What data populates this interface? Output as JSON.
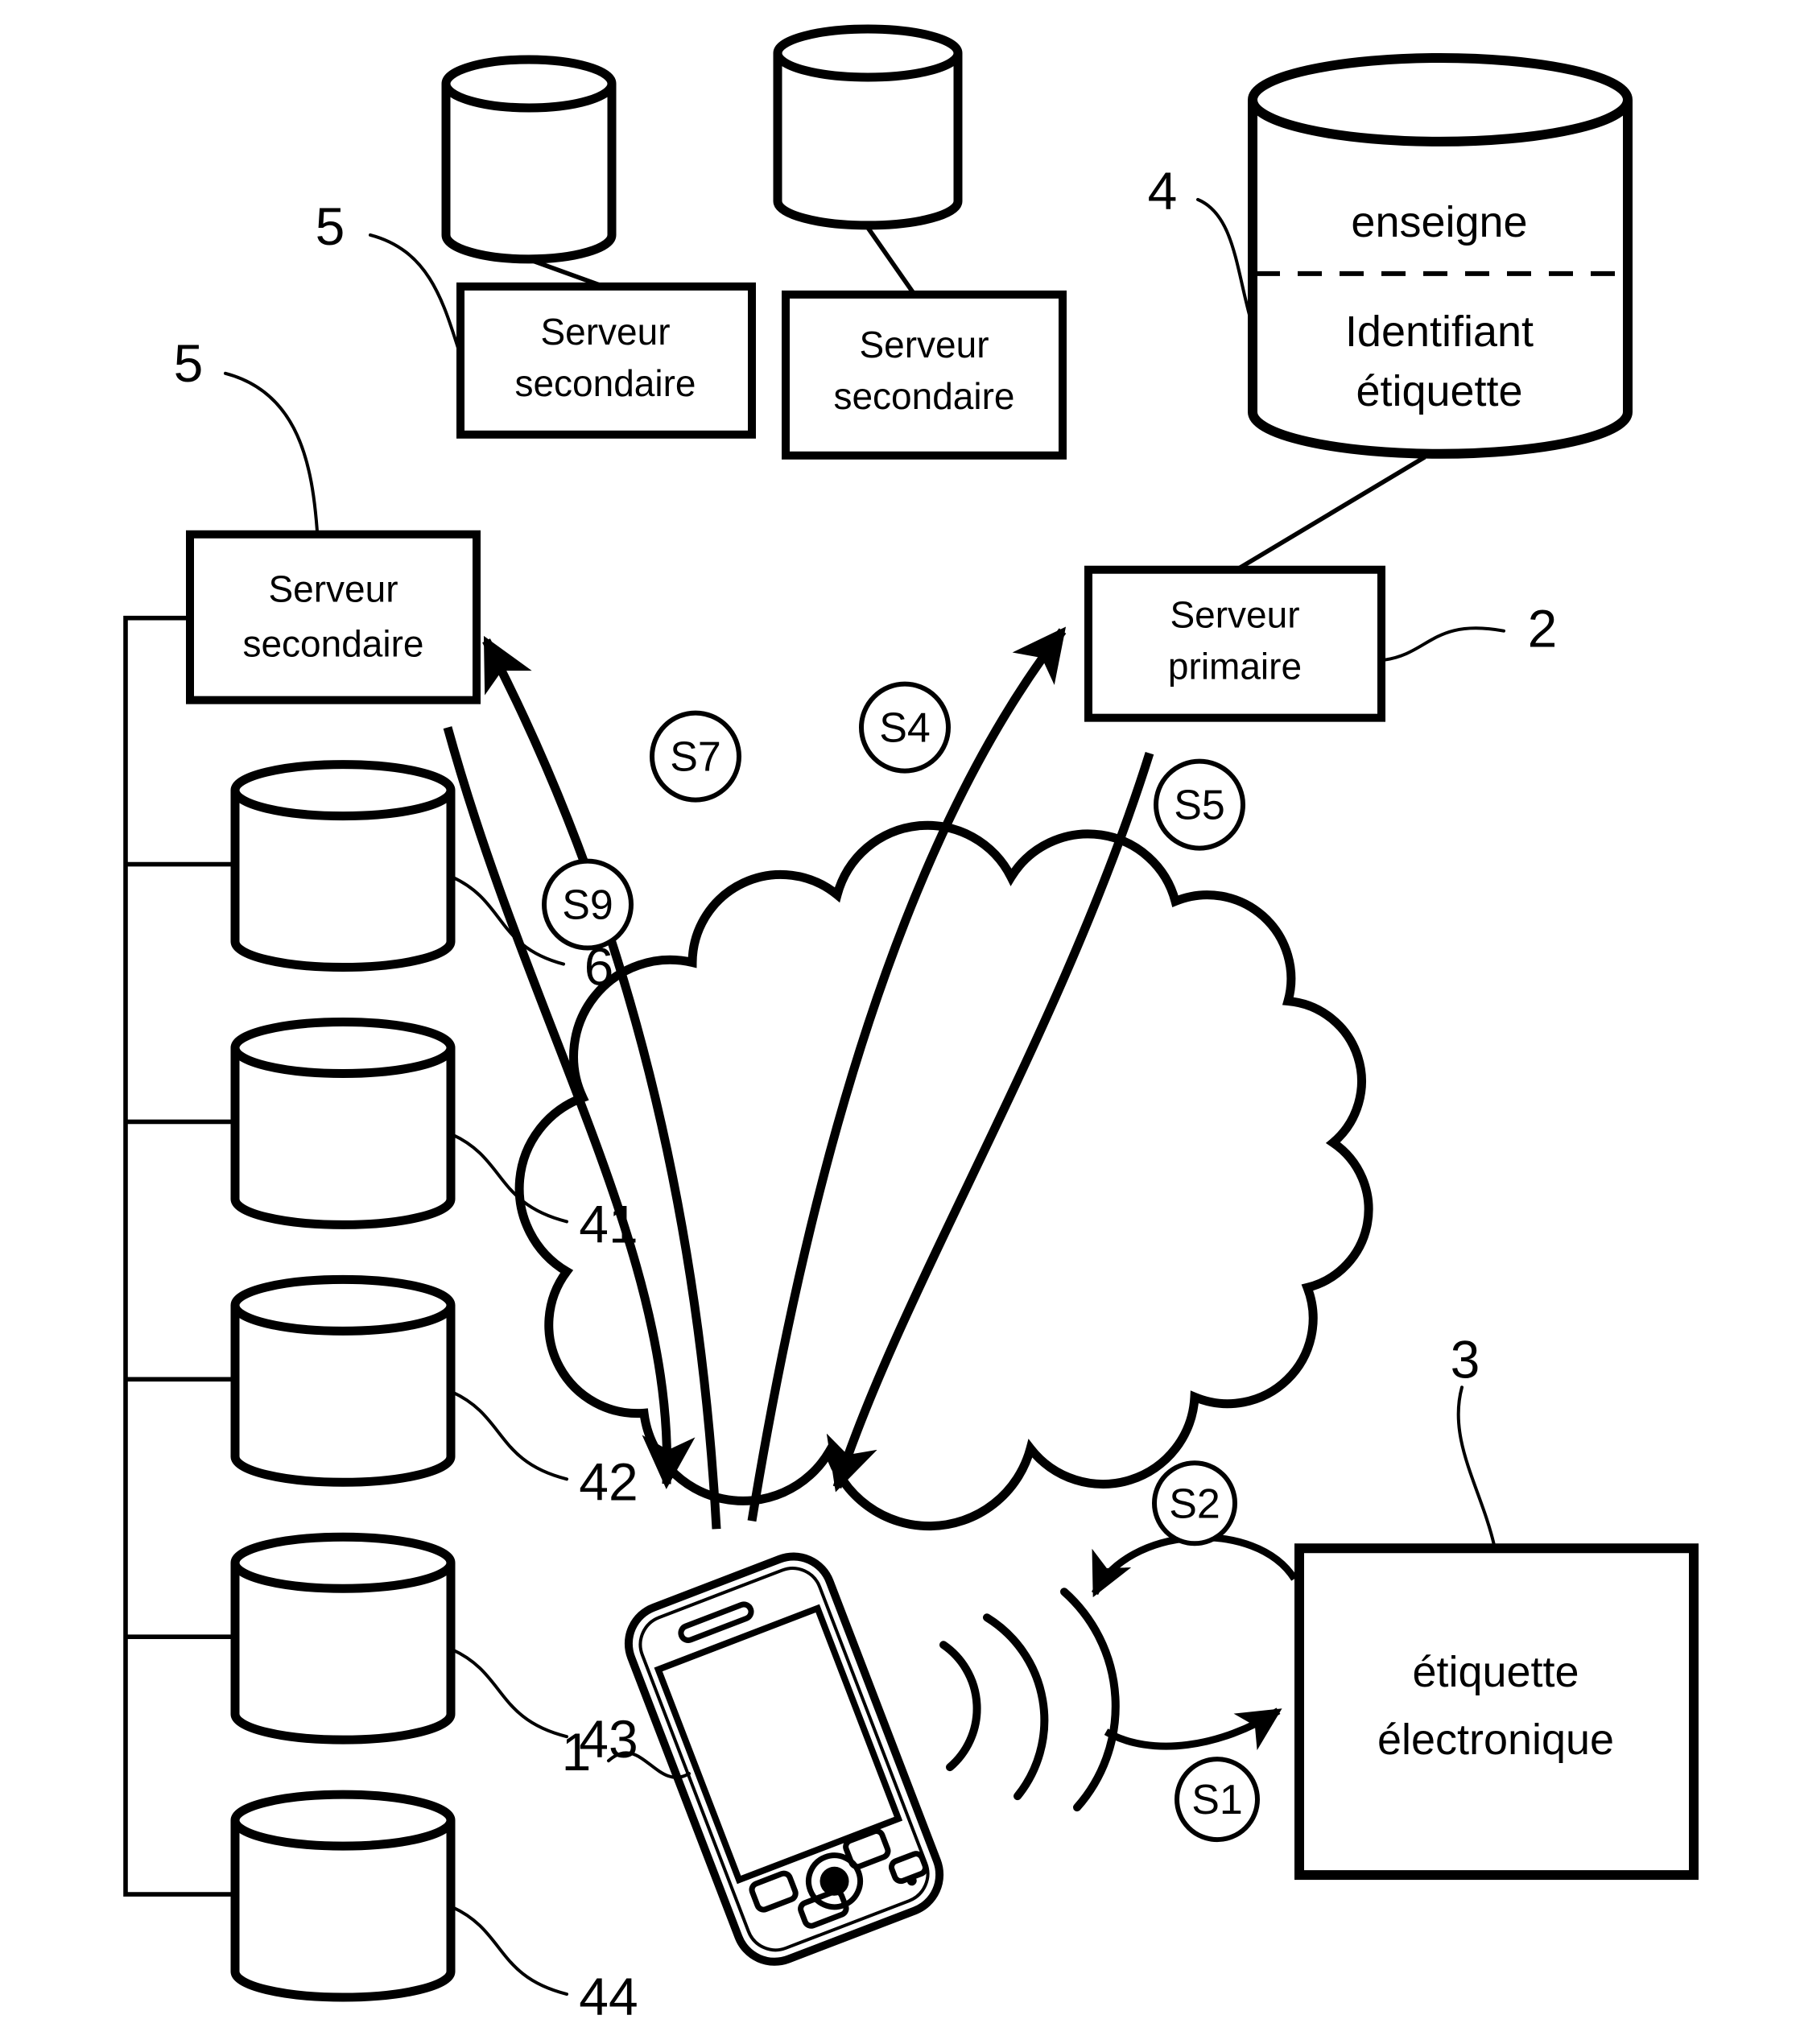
{
  "figure": {
    "boxes": {
      "secondary_server": {
        "line1": "Serveur",
        "line2": "secondaire"
      },
      "primary_server": {
        "line1": "Serveur",
        "line2": "primaire"
      },
      "electronic_tag": {
        "line1": "étiquette",
        "line2": "électronique"
      }
    },
    "primary_database": {
      "line1": "enseigne",
      "line2": "Identifiant",
      "line3": "étiquette"
    },
    "signals": {
      "s1": "S1",
      "s2": "S2",
      "s4": "S4",
      "s5": "S5",
      "s7": "S7",
      "s9": "S9"
    },
    "reference_numerals": {
      "phone": "1",
      "primary_server": "2",
      "electronic_tag": "3",
      "primary_database": "4",
      "secondary_server": "5",
      "database_6": "6",
      "database_41": "41",
      "database_42": "42",
      "database_43": "43",
      "database_44": "44"
    }
  }
}
